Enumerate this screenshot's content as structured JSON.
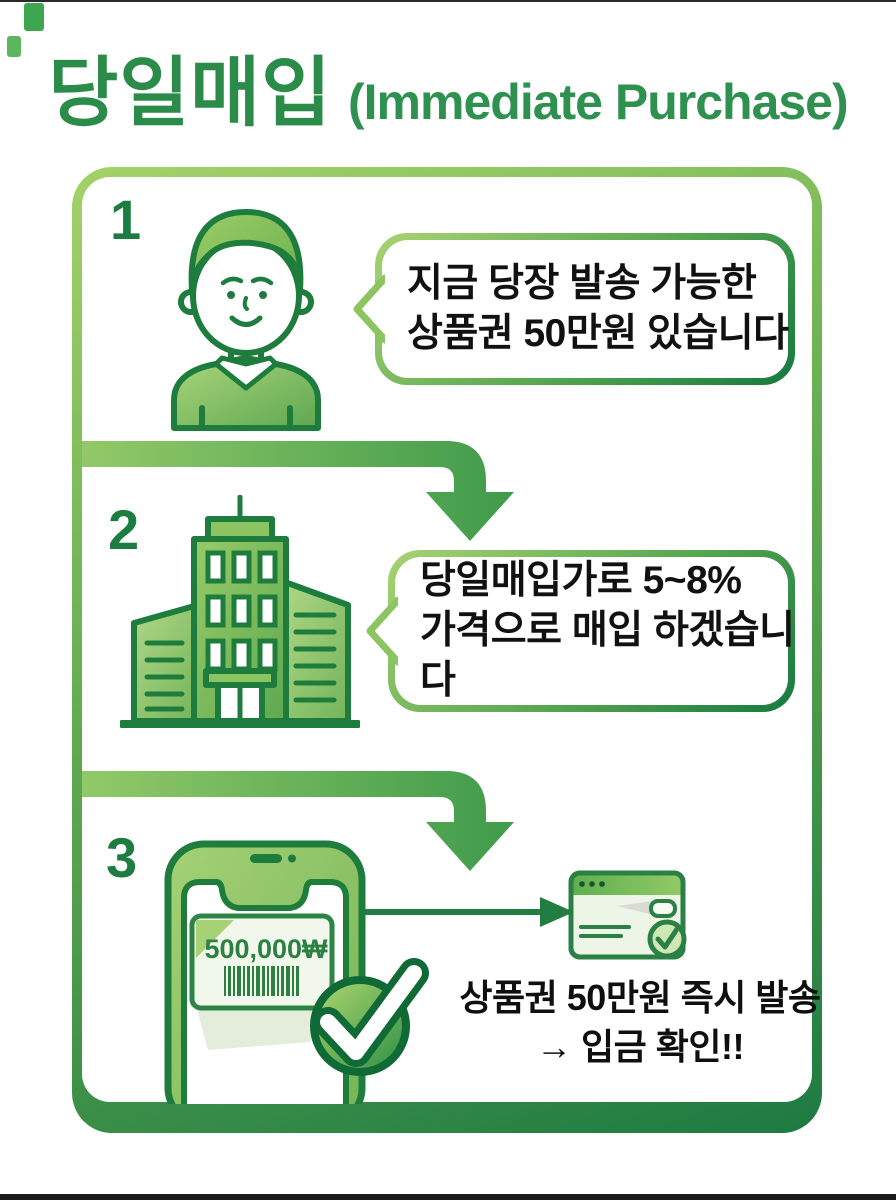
{
  "title": {
    "korean": "당일매입",
    "english": "(Immediate Purchase)"
  },
  "steps": [
    {
      "number": "1",
      "icon": "person",
      "bubble": [
        "지금 당장 발송 가능한",
        "상품권 50만원 있습니다"
      ]
    },
    {
      "number": "2",
      "icon": "building",
      "bubble": [
        "당일매입가로 5~8%",
        "가격으로 매입 하겠습니다"
      ]
    },
    {
      "number": "3",
      "icon": "smartphone-gift-card",
      "card_value": "500,000₩",
      "caption": [
        "상품권 50만원 즉시 발송",
        "→ 입금 확인!!"
      ]
    }
  ],
  "colors": {
    "accent_green": "#2b8c49",
    "dark_green": "#1e7d3c",
    "mid_green": "#47a04f",
    "light_green": "#9ccb6e",
    "card_bg": "#f2f7ec",
    "text_black": "#111111"
  }
}
